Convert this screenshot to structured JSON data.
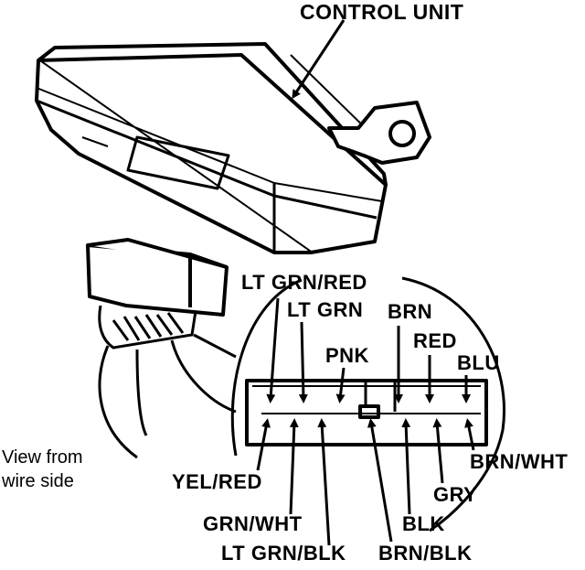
{
  "diagram": {
    "component_label": "CONTROL UNIT",
    "view_note": [
      "View from",
      "wire side"
    ],
    "top_row_labels": {
      "lt_grn_red": "LT GRN/RED",
      "lt_grn": "LT GRN",
      "pnk": "PNK",
      "brn": "BRN",
      "red": "RED",
      "blu": "BLU"
    },
    "bottom_row_labels": {
      "yel_red": "YEL/RED",
      "grn_wht": "GRN/WHT",
      "lt_grn_blk": "LT GRN/BLK",
      "brn_blk": "BRN/BLK",
      "blk": "BLK",
      "gry": "GRY",
      "brn_wht": "BRN/WHT"
    }
  },
  "colors": {
    "ink": "#000000",
    "paper": "#ffffff"
  }
}
